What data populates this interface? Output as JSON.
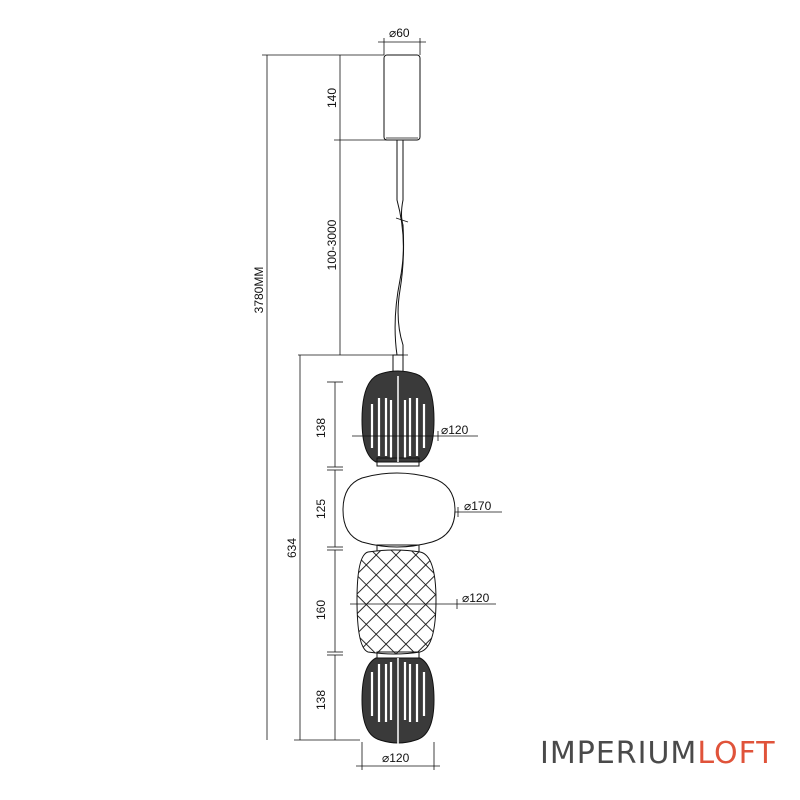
{
  "dimensions": {
    "canopy_diameter": "⌀60",
    "canopy_height": "140",
    "cable_length": "100-3000",
    "total_height": "3780MM",
    "body_height": "634",
    "shade1_height": "138",
    "shade1_diameter": "⌀120",
    "globe_height": "125",
    "globe_diameter": "⌀170",
    "lattice_height": "160",
    "lattice_diameter": "⌀120",
    "shade4_height": "138",
    "bottom_diameter": "⌀120"
  },
  "logo": {
    "part1": "IMPERIUM",
    "part2": "LOFT",
    "accent_color": "#e0533a",
    "text_color": "#4a4a4a"
  }
}
